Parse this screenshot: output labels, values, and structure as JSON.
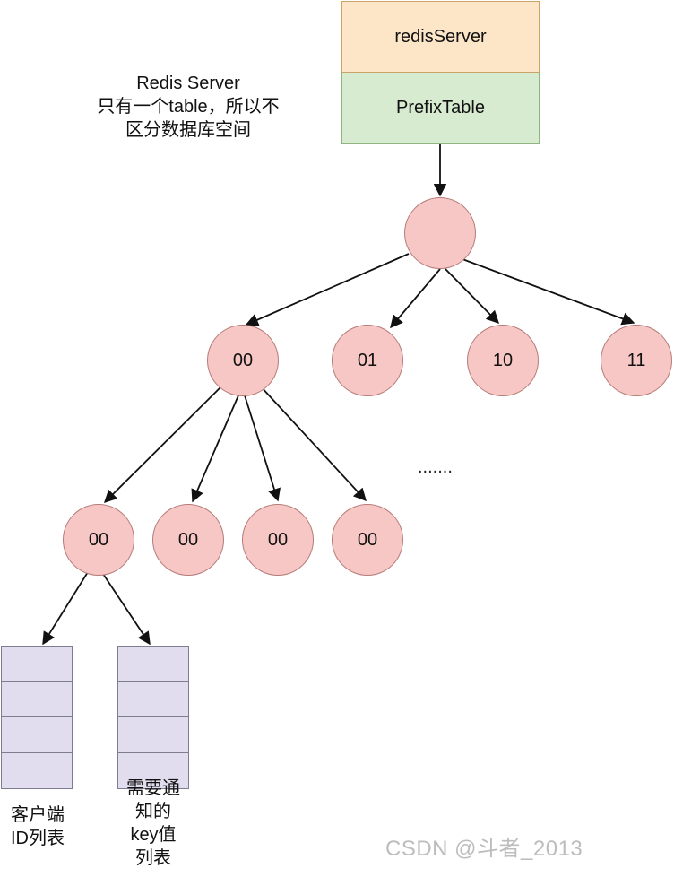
{
  "header_boxes": {
    "top_label": "redisServer",
    "bottom_label": "PrefixTable"
  },
  "note_lines": [
    "Redis Server",
    "只有一个table，所以不",
    "区分数据库空间"
  ],
  "tree": {
    "root_label": "",
    "level1": [
      "00",
      "01",
      "10",
      "11"
    ],
    "ellipsis": ".......",
    "level2": [
      "00",
      "00",
      "00",
      "00"
    ]
  },
  "lists": [
    {
      "caption_lines": [
        "客户端",
        "ID列表"
      ]
    },
    {
      "caption_lines": [
        "需要通",
        "知的",
        "key值",
        "列表"
      ]
    }
  ],
  "watermark": "CSDN @斗者_2013",
  "colors": {
    "box_top": "#fde5c8",
    "box_bottom": "#d6ebcf",
    "node_fill": "#f7c7c5",
    "list_fill": "#e1ddee",
    "arrow": "#111111"
  }
}
